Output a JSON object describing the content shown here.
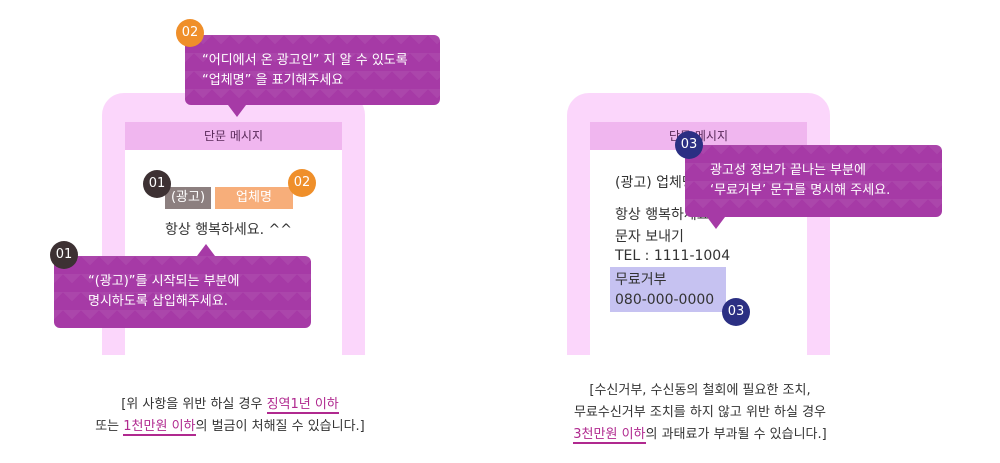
{
  "left": {
    "screen_title": "단문 메시지",
    "tag_ad": "(광고)",
    "tag_company": "업체명",
    "message": "항상 행복하세요. ^^",
    "badge_01": "01",
    "badge_02": "02",
    "bubble_top": [
      "“어디에서 온 광고인” 지 알 수 있도록",
      "“업체명” 을 표기해주세요"
    ],
    "bubble_bottom": [
      "“(광고)”를 시작되는 부분에",
      "명시하도록 삽입해주세요."
    ],
    "caption": {
      "line1_pre": "[위 사항을 위반 하실 경우 ",
      "line1_em": "징역1년 이하",
      "line2_pre": "또는 ",
      "line2_em": "1천만원 이하",
      "line2_post": "의 벌금이 처해질 수 있습니다.]"
    }
  },
  "right": {
    "screen_title": "단문 메시지",
    "message_lines": [
      "(광고) 업체명",
      "항상 행복하세요",
      "문자 보내기",
      "TEL : 1111-1004"
    ],
    "optout_lines": [
      "무료거부",
      "080-000-0000"
    ],
    "badge_03": "03",
    "bubble": [
      "광고성 정보가 끝나는 부분에",
      "‘무료거부’ 문구를 명시해 주세요."
    ],
    "caption": {
      "line1": "[수신거부, 수신동의 철회에 필요한 조치,",
      "line2": "무료수신거부 조치를 하지 않고 위반 하실 경우",
      "line3_em": "3천만원 이하",
      "line3_post": "의 과태료가 부과될 수 있습니다.]"
    }
  },
  "colors": {
    "bubble": "#a63aa6",
    "phone": "#fbd6fb",
    "badge_orange": "#ef8f2a",
    "badge_dark": "#3d3133",
    "badge_navy": "#2b2f83",
    "highlight": "#c6c2f1",
    "emphasis": "#b0298f"
  }
}
